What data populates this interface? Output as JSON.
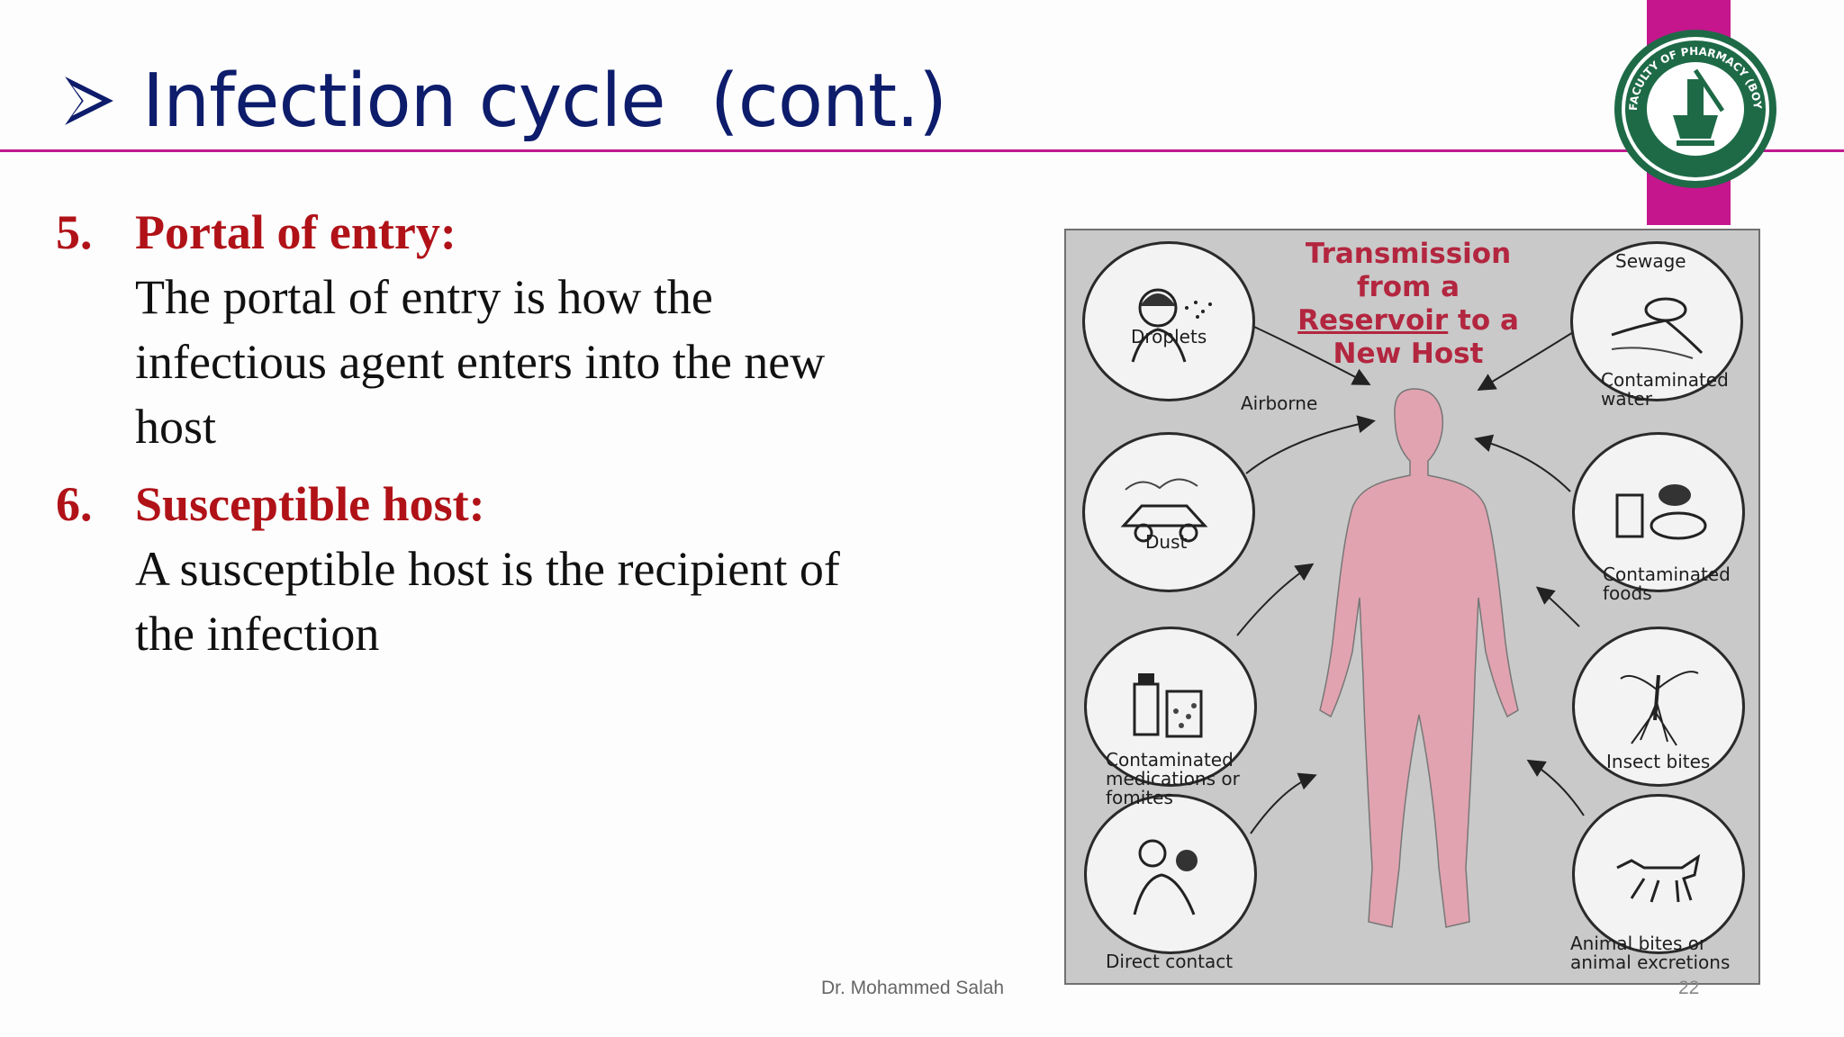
{
  "slide": {
    "title": "Infection cycle  (cont.)",
    "footer_author": "Dr. Mohammed Salah",
    "page_number": "22",
    "colors": {
      "title": "#0d1c6b",
      "accent_rule": "#c01a8f",
      "heading_red": "#b01218"
    }
  },
  "logo": {
    "text_top": "FACULTY OF PHARMACY (BOYS) - CAIRO"
  },
  "list": [
    {
      "number": "5.",
      "heading": "Portal of entry:",
      "lines": [
        "The portal of entry is how the",
        "infectious agent enters into the new",
        "host"
      ]
    },
    {
      "number": "6.",
      "heading": "Susceptible host:",
      "lines": [
        "A susceptible host is the recipient of",
        "the infection"
      ]
    }
  ],
  "figure": {
    "title_line1": "Transmission",
    "title_line2": "from a",
    "title_line3a": "Reservoir",
    "title_line3b": "to a",
    "title_line4": "New Host",
    "droplets": "Droplets",
    "airborne": "Airborne",
    "dust": "Dust",
    "medications_1": "Contaminated",
    "medications_2": "medications or",
    "medications_3": "fomites",
    "direct_contact": "Direct contact",
    "sewage": "Sewage",
    "water_1": "Contaminated",
    "water_2": "water",
    "foods_1": "Contaminated",
    "foods_2": "foods",
    "insect_bites": "Insect bites",
    "animal_1": "Animal bites or",
    "animal_2": "animal excretions"
  }
}
